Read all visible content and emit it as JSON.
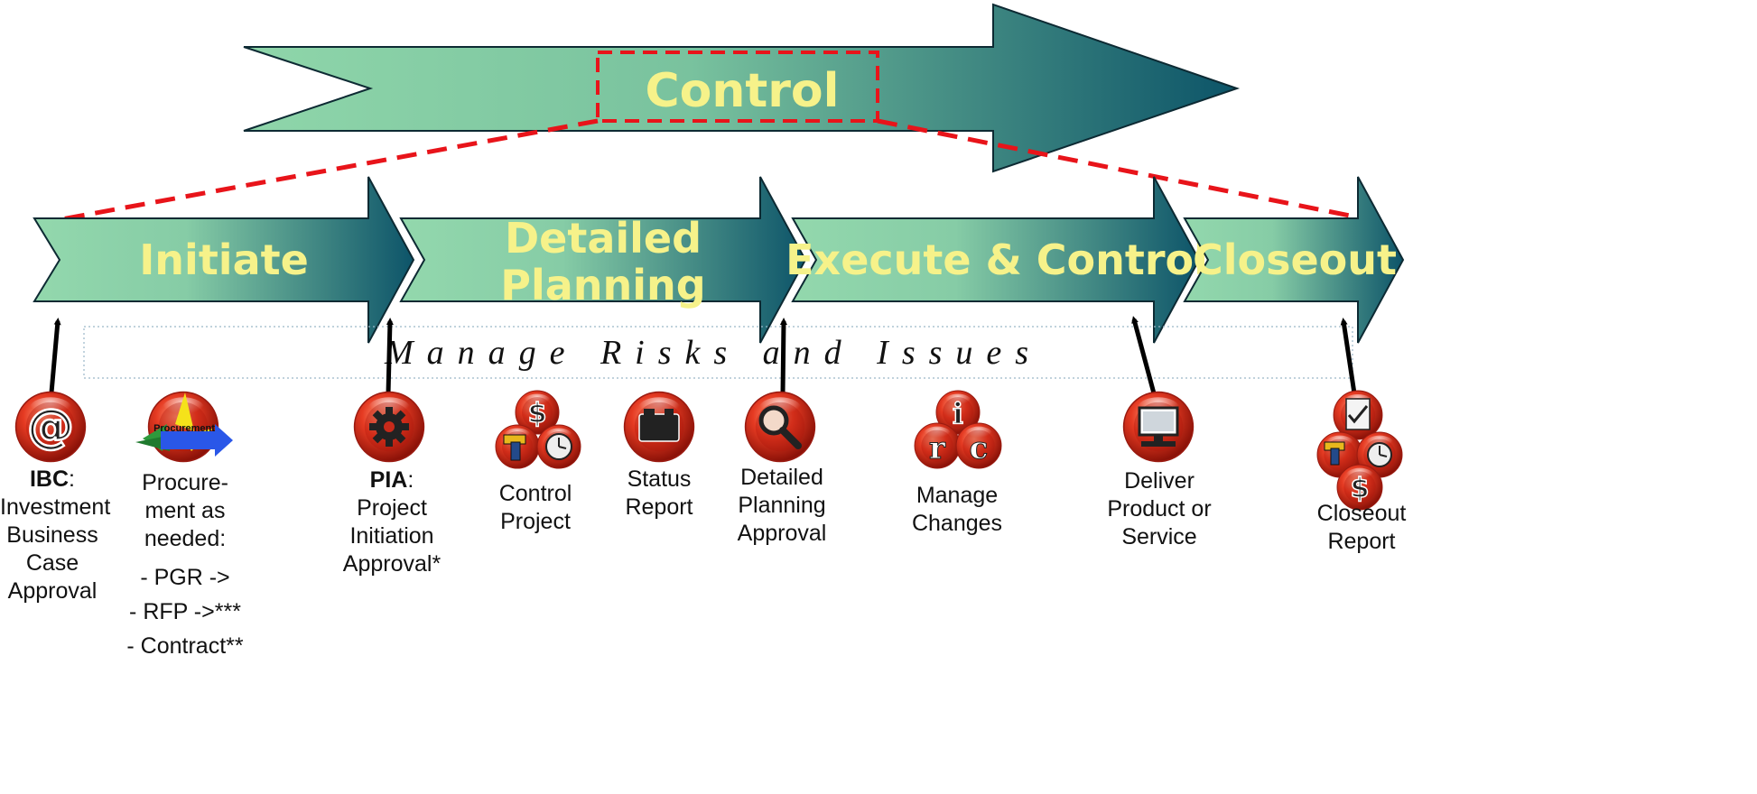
{
  "control_arrow": {
    "label": "Control"
  },
  "phases": [
    {
      "id": "initiate",
      "label": "Initiate"
    },
    {
      "id": "planning",
      "label_line1": "Detailed",
      "label_line2": "Planning"
    },
    {
      "id": "execute",
      "label": "Execute & Control"
    },
    {
      "id": "closeout",
      "label": "Closeout"
    }
  ],
  "risk_band": {
    "label": "Manage Risks and Issues"
  },
  "milestones": {
    "ibc": {
      "bold": "IBC",
      "rest": ":",
      "lines": [
        "Investment",
        "Business",
        "Case",
        "Approval"
      ],
      "icon": "at-sign-icon"
    },
    "procurement": {
      "lines": [
        "Procure-",
        "ment as",
        "needed:"
      ],
      "items": [
        "- PGR ->",
        "- RFP ->***",
        "- Contract**"
      ],
      "icon_text": "Procurement",
      "icon": "procurement-arrows-icon"
    },
    "pia": {
      "bold": "PIA",
      "rest": ":",
      "lines": [
        "Project",
        "Initiation",
        "Approval*"
      ],
      "icon": "gear-icon"
    },
    "control_project": {
      "lines": [
        "Control",
        "Project"
      ],
      "icon": "dollar-clock-hammer-icon"
    },
    "status_report": {
      "lines": [
        "Status",
        "Report"
      ],
      "icon": "camera-icon"
    },
    "planning_approval": {
      "lines": [
        "Detailed",
        "Planning",
        "Approval"
      ],
      "icon": "magnifier-icon"
    },
    "manage_changes": {
      "lines": [
        "Manage",
        "Changes"
      ],
      "icon": "irc-icon",
      "glyphs": [
        "i",
        "r",
        "c"
      ]
    },
    "deliver": {
      "lines": [
        "Deliver",
        "Product or",
        "Service"
      ],
      "icon": "computer-icon"
    },
    "closeout_report": {
      "lines": [
        "Closeout",
        "Report"
      ],
      "icon": "checklist-dollar-clock-icon"
    }
  },
  "colors": {
    "arrow_light": "#8fd3a8",
    "arrow_dark": "#0f5a6c",
    "label_yellow": "#f6f28a",
    "dash_red": "#e8141a",
    "ball_red": "#d7261a"
  }
}
